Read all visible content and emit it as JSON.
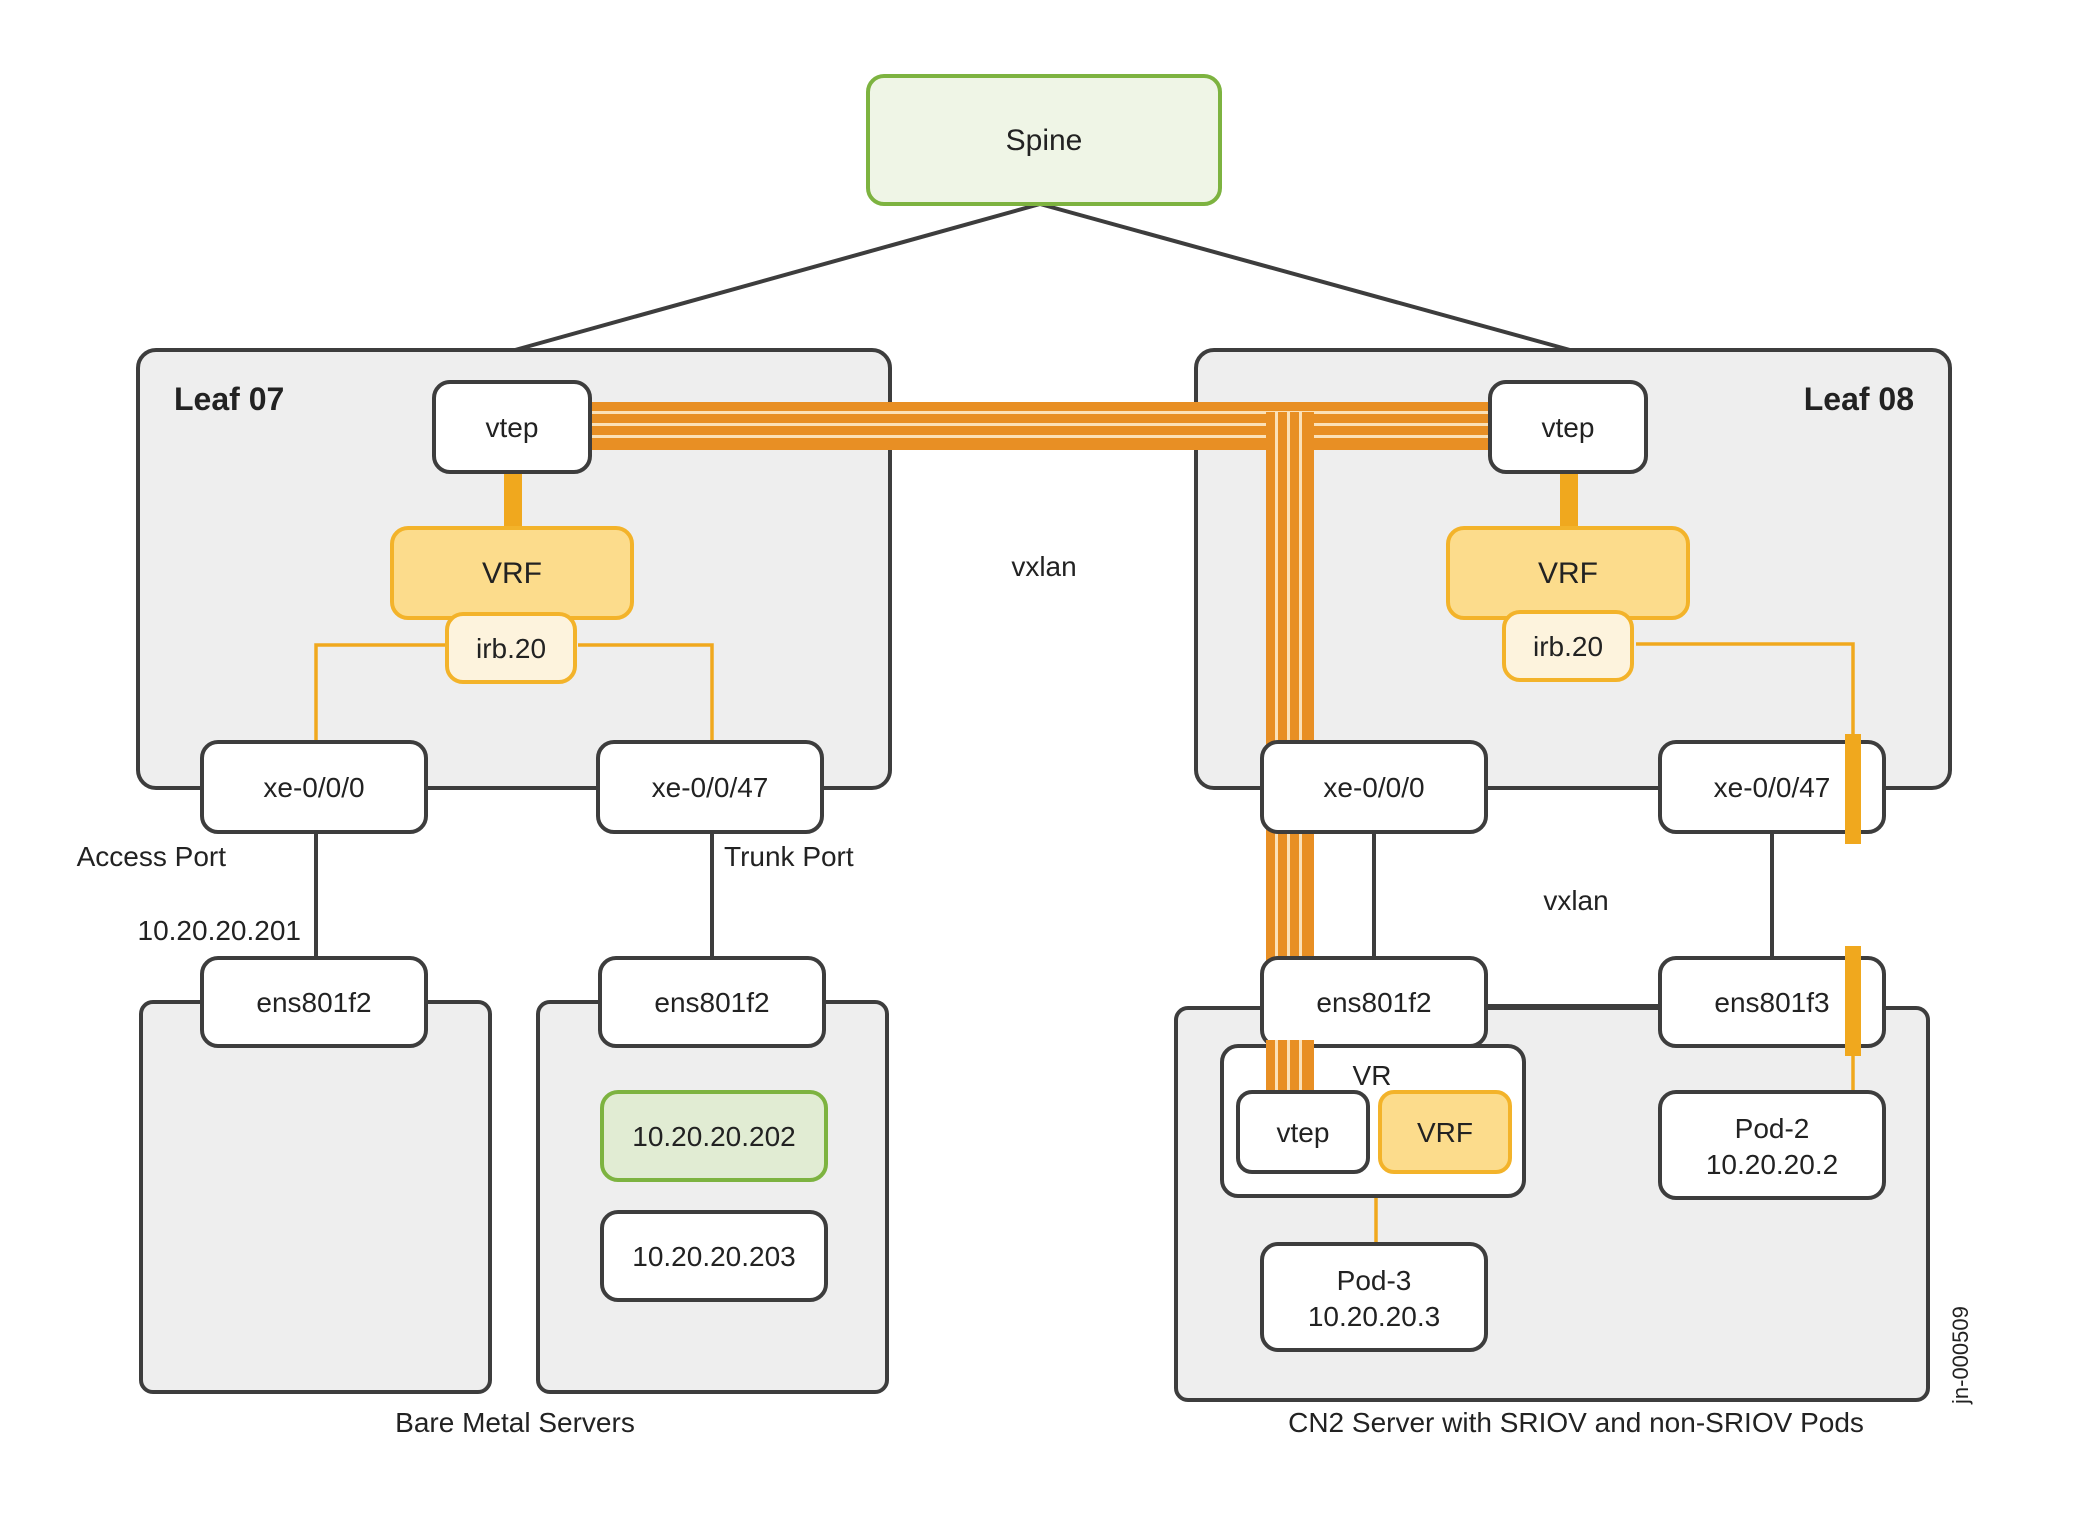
{
  "spine": {
    "label": "Spine"
  },
  "leaf07": {
    "title": "Leaf 07",
    "vtep": "vtep",
    "vrf": "VRF",
    "irb": "irb.20",
    "port_left": "xe-0/0/0",
    "port_right": "xe-0/0/47",
    "access_port_label": "Access Port",
    "trunk_port_label": "Trunk Port"
  },
  "leaf08": {
    "title": "Leaf 08",
    "vtep": "vtep",
    "vrf": "VRF",
    "irb": "irb.20",
    "port_left": "xe-0/0/0",
    "port_right": "xe-0/0/47"
  },
  "vxlan_labels": {
    "top": "vxlan",
    "right": "vxlan"
  },
  "bare_metal": {
    "server1": {
      "nic": "ens801f2",
      "ip": "10.20.20.201"
    },
    "server2": {
      "nic": "ens801f2",
      "ip_highlighted": "10.20.20.202",
      "ip_other": "10.20.20.203"
    },
    "caption": "Bare Metal Servers"
  },
  "cn2_server": {
    "nic_left": "ens801f2",
    "nic_right": "ens801f3",
    "vr_label": "VR",
    "vr_vtep": "vtep",
    "vr_vrf": "VRF",
    "pod2": {
      "name": "Pod-2",
      "ip": "10.20.20.2"
    },
    "pod3": {
      "name": "Pod-3",
      "ip": "10.20.20.3"
    },
    "caption": "CN2 Server with SRIOV and non-SRIOV Pods"
  },
  "watermark": "jn-000509",
  "colors": {
    "box_border": "#3d3d3d",
    "panel_fill": "#eeeeee",
    "spine_fill": "#eff5e6",
    "spine_border": "#7db340",
    "highlight_fill": "#e1ecd3",
    "vrf_fill": "#fcdc8c",
    "vrf_border": "#f3b32a",
    "irb_fill": "#fdf3dd",
    "orange_line": "#f0a81e",
    "tunnel_orange": "#e88f24"
  }
}
